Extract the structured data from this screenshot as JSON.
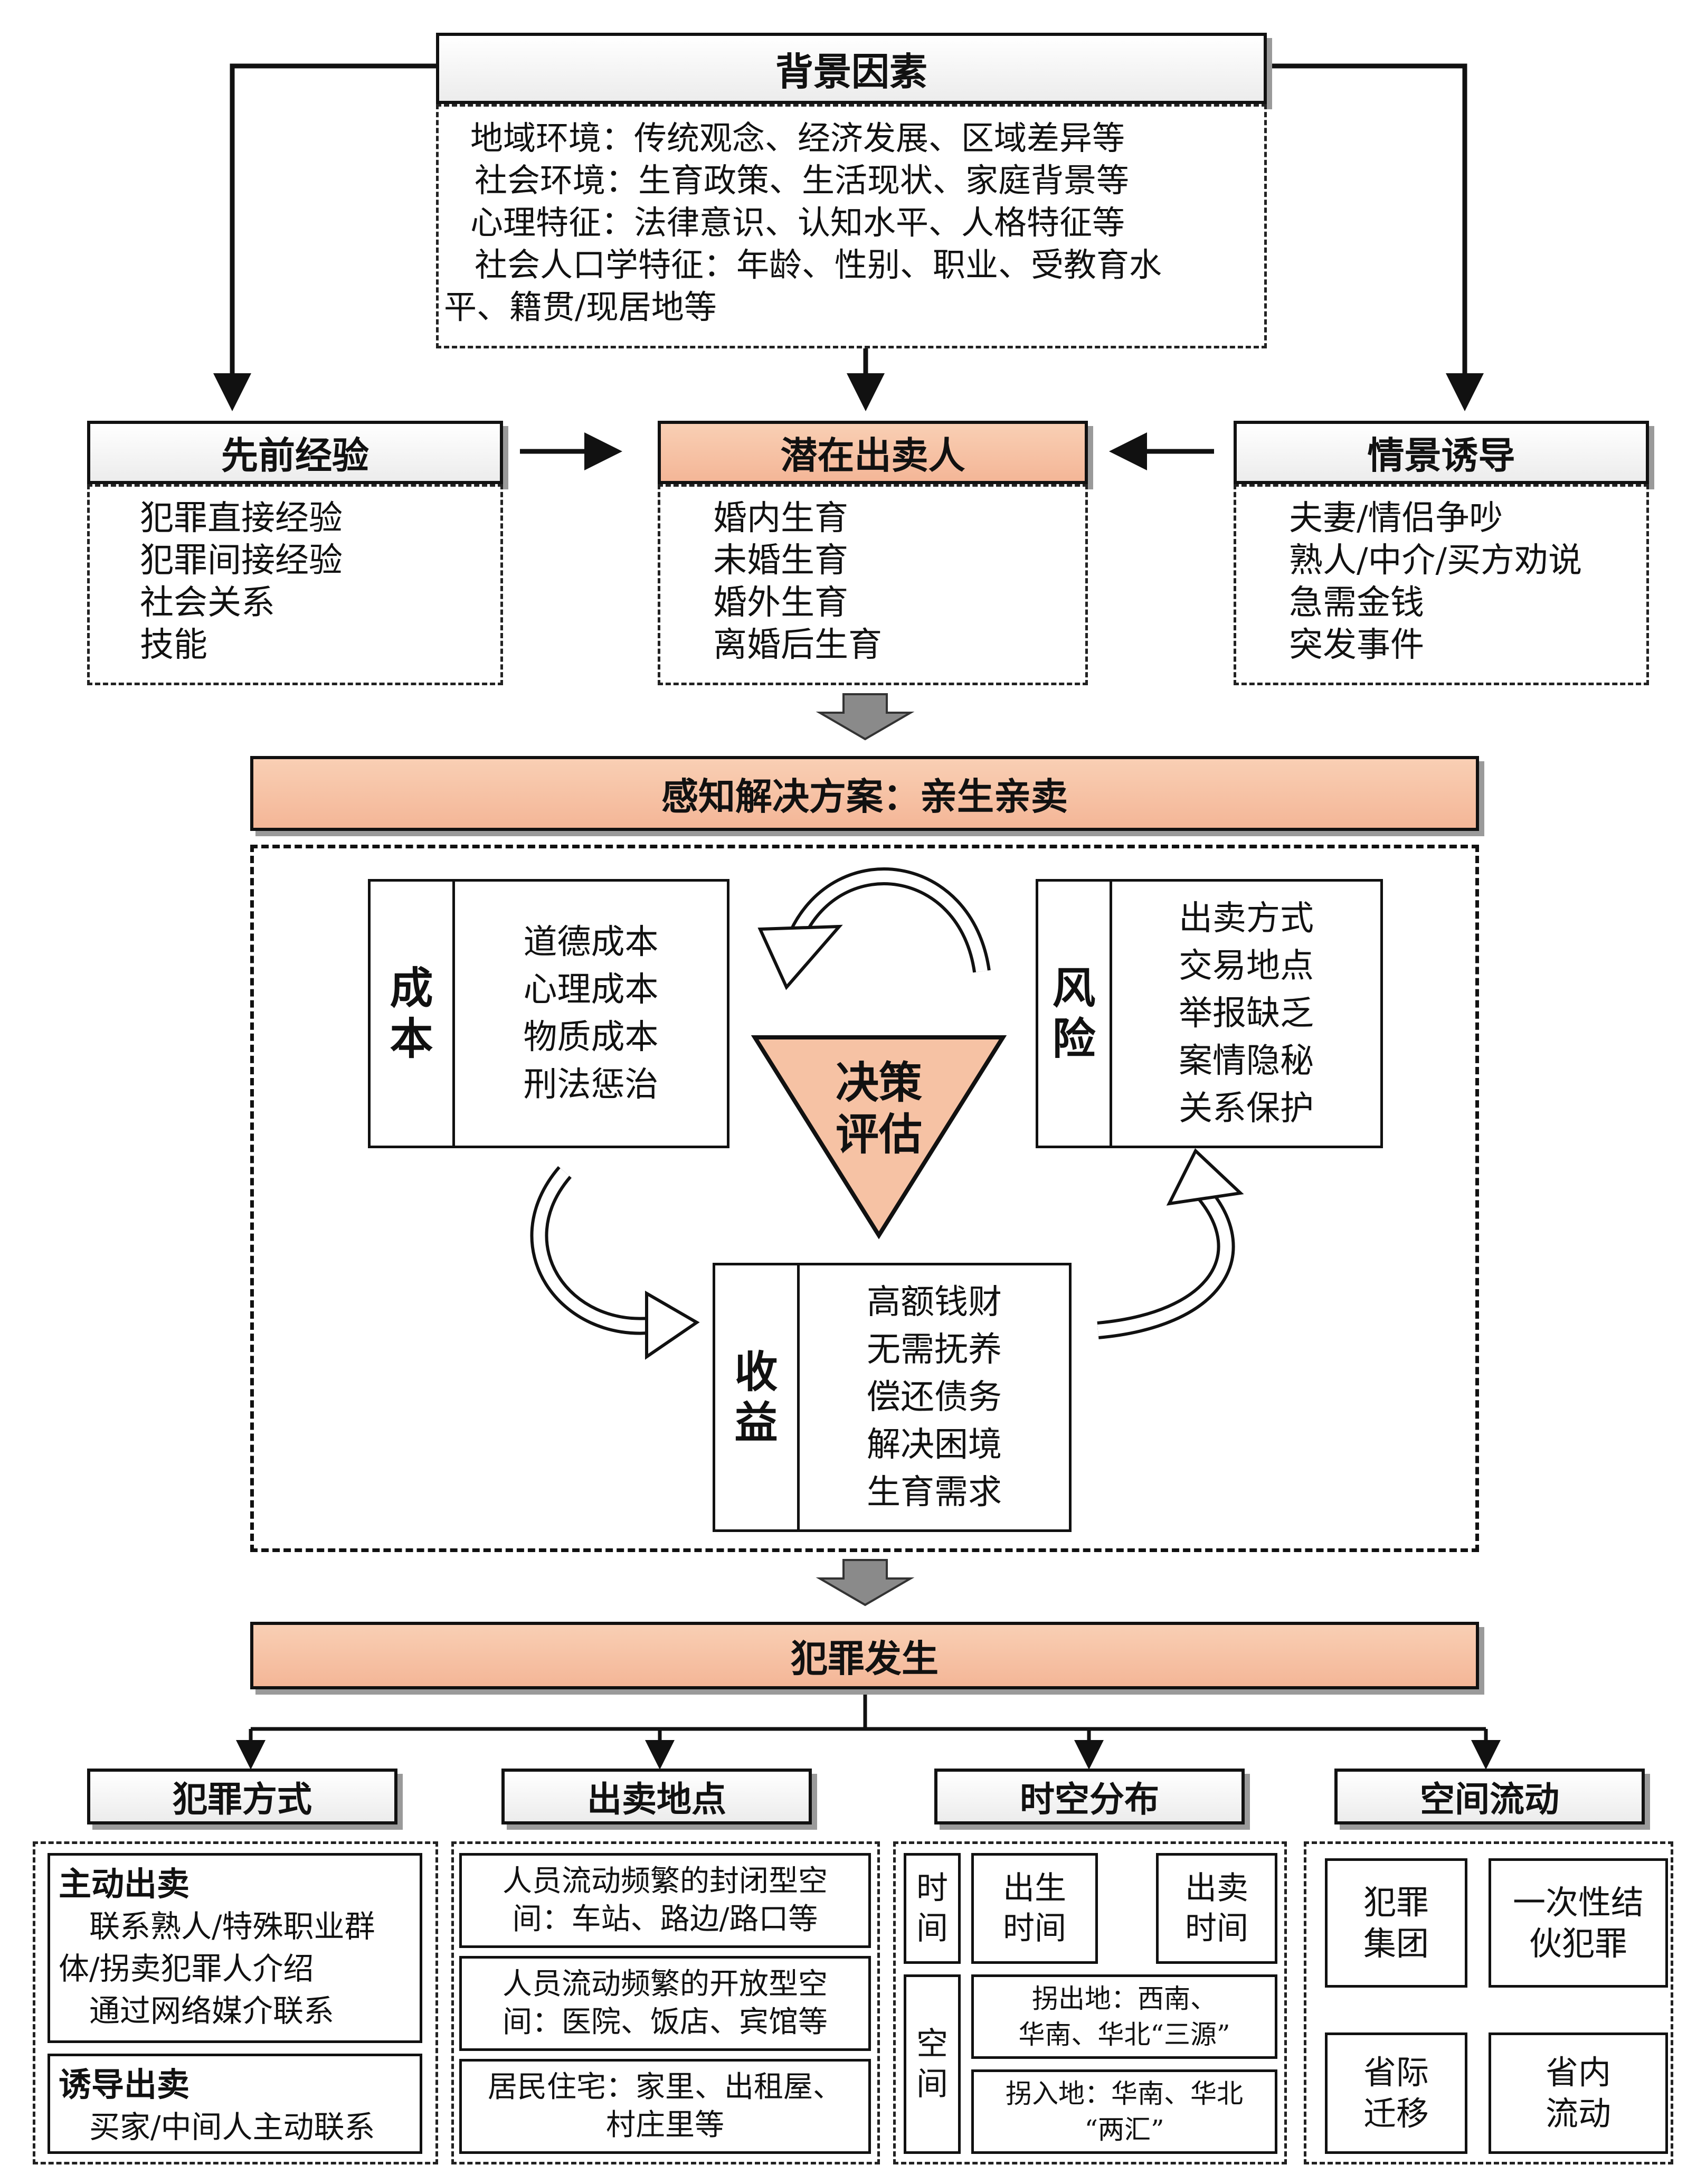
{
  "background": {
    "title": "背景因素",
    "lines": [
      "地域环境：传统观念、经济发展、区域差异等",
      "社会环境：生育政策、生活现状、家庭背景等",
      "心理特征：法律意识、认知水平、人格特征等",
      "社会人口学特征：年龄、性别、职业、受教育水",
      "平、籍贯/现居地等"
    ]
  },
  "prior": {
    "title": "先前经验",
    "items": [
      "犯罪直接经验",
      "犯罪间接经验",
      "社会关系",
      "技能"
    ]
  },
  "seller": {
    "title": "潜在出卖人",
    "items": [
      "婚内生育",
      "未婚生育",
      "婚外生育",
      "离婚后生育"
    ]
  },
  "situation": {
    "title": "情景诱导",
    "items": [
      "夫妻/情侣争吵",
      "熟人/中介/买方劝说",
      "急需金钱",
      "突发事件"
    ]
  },
  "solution": {
    "title": "感知解决方案：亲生亲卖"
  },
  "decision": {
    "center": "决策\n评估",
    "cost": {
      "label": "成\n本",
      "items": "道德成本\n心理成本\n物质成本\n刑法惩治"
    },
    "risk": {
      "label": "风\n险",
      "items": "出卖方式\n交易地点\n举报缺乏\n案情隐秘\n关系保护"
    },
    "gain": {
      "label": "收\n益",
      "items": "高额钱财\n无需抚养\n偿还债务\n解决困境\n生育需求"
    }
  },
  "crime": {
    "title": "犯罪发生"
  },
  "methods": {
    "title": "犯罪方式",
    "active_title": "主动出卖",
    "active_body": "　联系熟人/特殊职业群\n体/拐卖犯罪人介绍\n　通过网络媒介联系",
    "induced_title": "诱导出卖",
    "induced_body": "　买家/中间人主动联系"
  },
  "locations": {
    "title": "出卖地点",
    "items": [
      "人员流动频繁的封闭型空\n间：车站、路边/路口等",
      "人员流动频繁的开放型空\n间：医院、饭店、宾馆等",
      "居民住宅：家里、出租屋、\n村庄里等"
    ]
  },
  "spacetime": {
    "title": "时空分布",
    "time_label": "时\n间",
    "birth_time": "出生\n时间",
    "sell_time": "出卖\n时间",
    "space_label": "空\n间",
    "out_place": "拐出地：西南、\n华南、华北“三源”",
    "in_place": "拐入地：华南、华北\n“两汇”"
  },
  "flow": {
    "title": "空间流动",
    "group": "犯罪\n集团",
    "one_time": "一次性结\n伙犯罪",
    "inter": "省际\n迁移",
    "intra": "省内\n流动"
  },
  "colors": {
    "peach": "#f6c2a4",
    "down_arrow": "#8a8a8a"
  }
}
